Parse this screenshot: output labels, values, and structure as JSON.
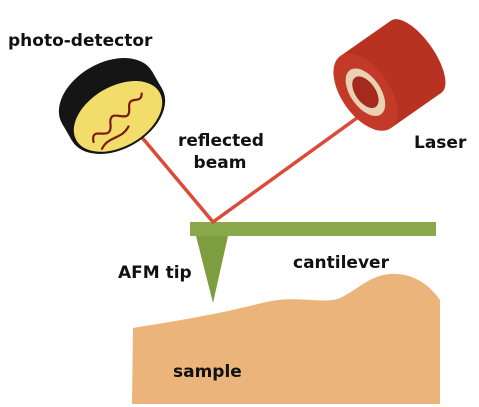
{
  "labels": {
    "photo_detector": "photo-detector",
    "reflected_line1": "reflected",
    "reflected_line2": "beam",
    "laser": "Laser",
    "cantilever": "cantilever",
    "afm_tip": "AFM tip",
    "sample": "sample"
  },
  "colors": {
    "beam": "#dc4a3a",
    "laser_body": "#b83222",
    "laser_face": "#c33a28",
    "detector_body": "#151515",
    "detector_face": "#f2dc6a",
    "detector_trace": "#7a1a14",
    "cantilever": "#8aa94a",
    "tip": "#7e9d3e",
    "sample": "#eab47a"
  }
}
